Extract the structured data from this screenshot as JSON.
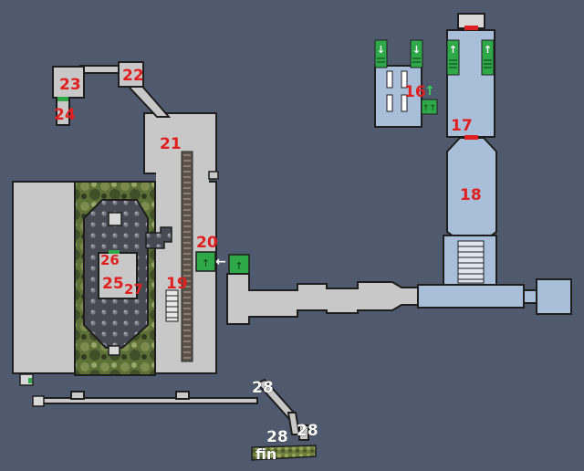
{
  "map": {
    "colors": {
      "background": "#505a6e",
      "room_gray": "#c8c8c8",
      "room_blue": "#a9bfd9",
      "outline": "#1e1e1e",
      "label_red": "#e02020",
      "label_white": "#ffffff",
      "door_green": "#2fa84a",
      "door_red": "#e02020",
      "moss": "#5c7038",
      "stone": "#4a4d55"
    },
    "room_labels": {
      "r16": "16",
      "r17": "17",
      "r18": "18",
      "r19": "19",
      "r20": "20",
      "r21": "21",
      "r22": "22",
      "r23": "23",
      "r24": "24",
      "r25": "25",
      "r26": "26",
      "r27": "27",
      "r28a": "28",
      "r28b": "28",
      "r28c": "28",
      "fin": "fin"
    },
    "icons": {
      "door_arrow": "green-door-arrow-icon",
      "direction_arrow": "white-direction-arrow-icon",
      "save_marker": "small-door-icon"
    }
  }
}
